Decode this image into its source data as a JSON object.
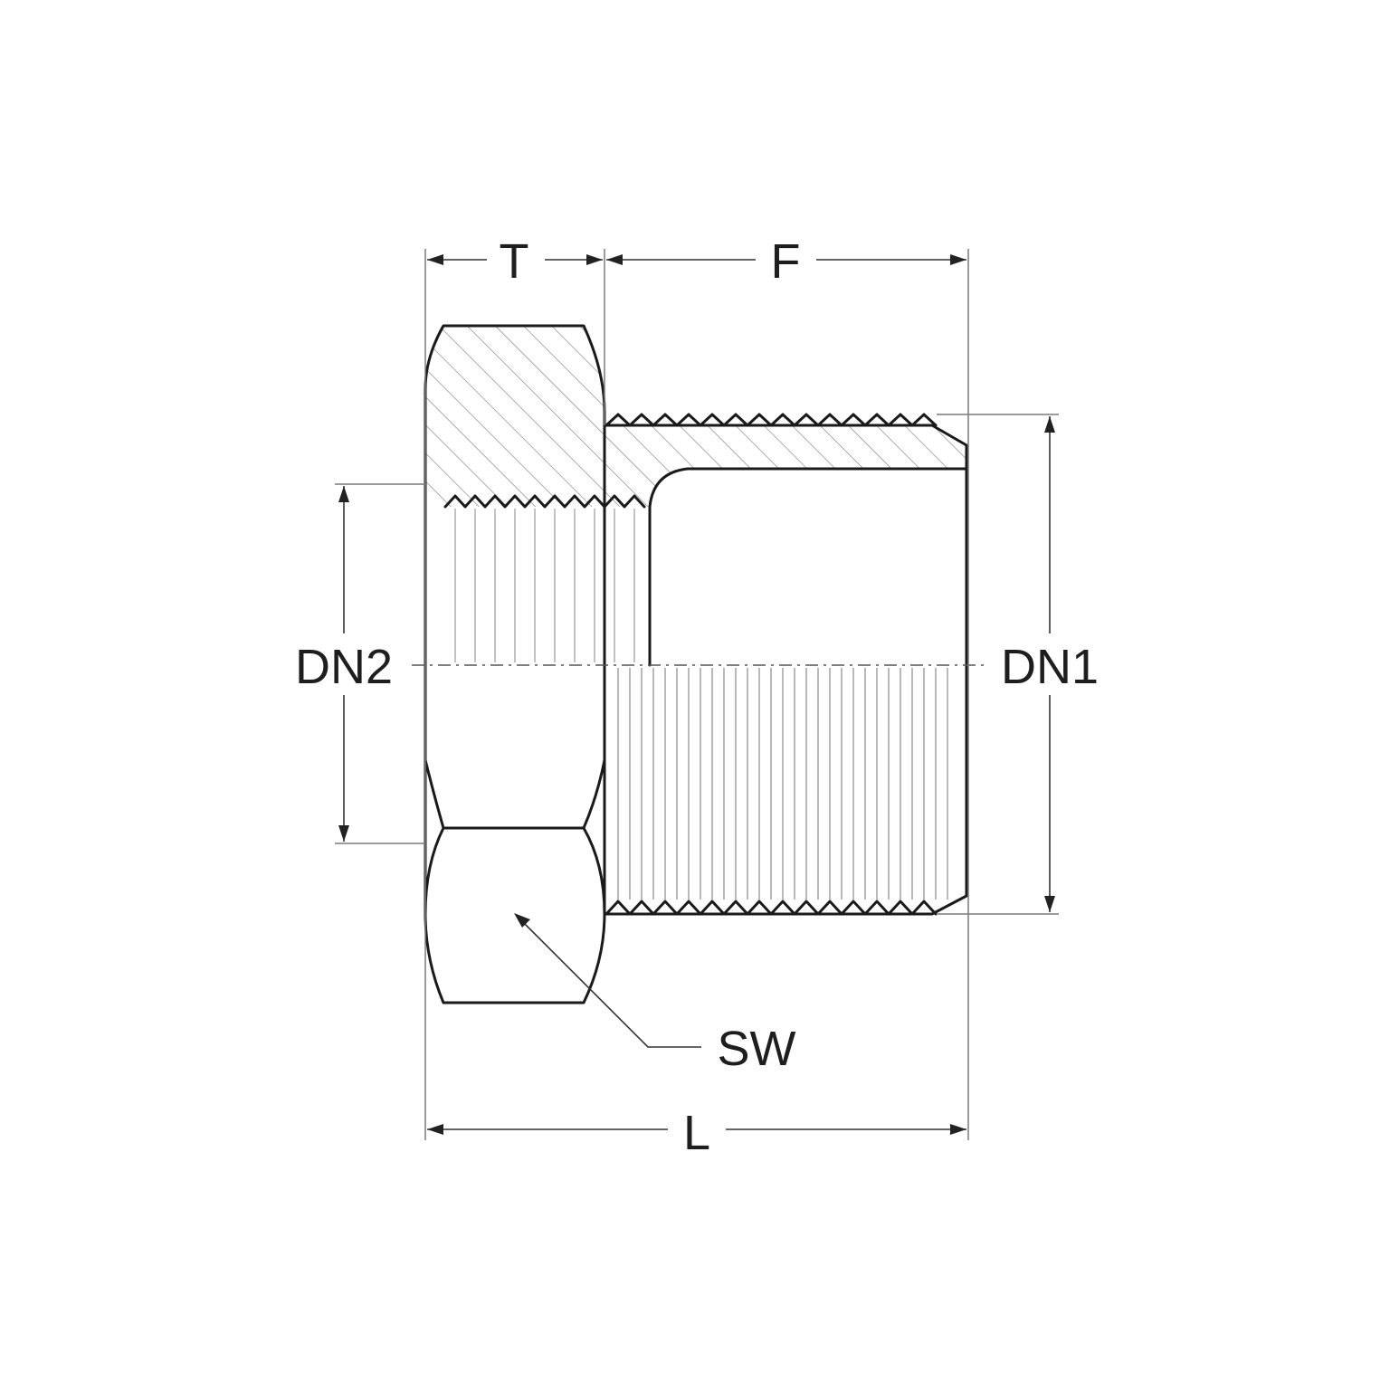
{
  "labels": {
    "t": "T",
    "f": "F",
    "dn1": "DN1",
    "dn2": "DN2",
    "sw": "SW",
    "l": "L"
  },
  "colors": {
    "stroke": "#1a1a1a",
    "hatch": "#8a8a8a",
    "background": "#ffffff"
  }
}
